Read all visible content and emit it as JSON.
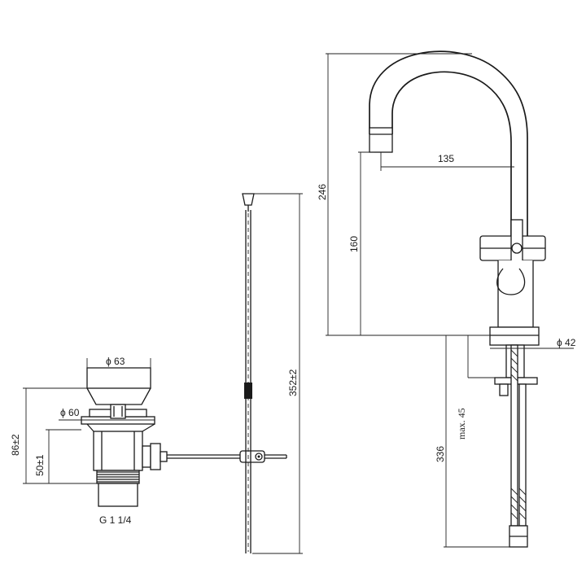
{
  "dimensions": {
    "diameter_63": "ϕ 63",
    "diameter_60": "ϕ 60",
    "height_86": "86±2",
    "height_50": "50±1",
    "thread": "G 1 1/4",
    "rod_length": "352±2",
    "total_height": "246",
    "spout_height": "160",
    "spout_reach": "135",
    "base_diameter": "ϕ 42",
    "max_thickness": "max. 45",
    "hose_length": "336"
  }
}
